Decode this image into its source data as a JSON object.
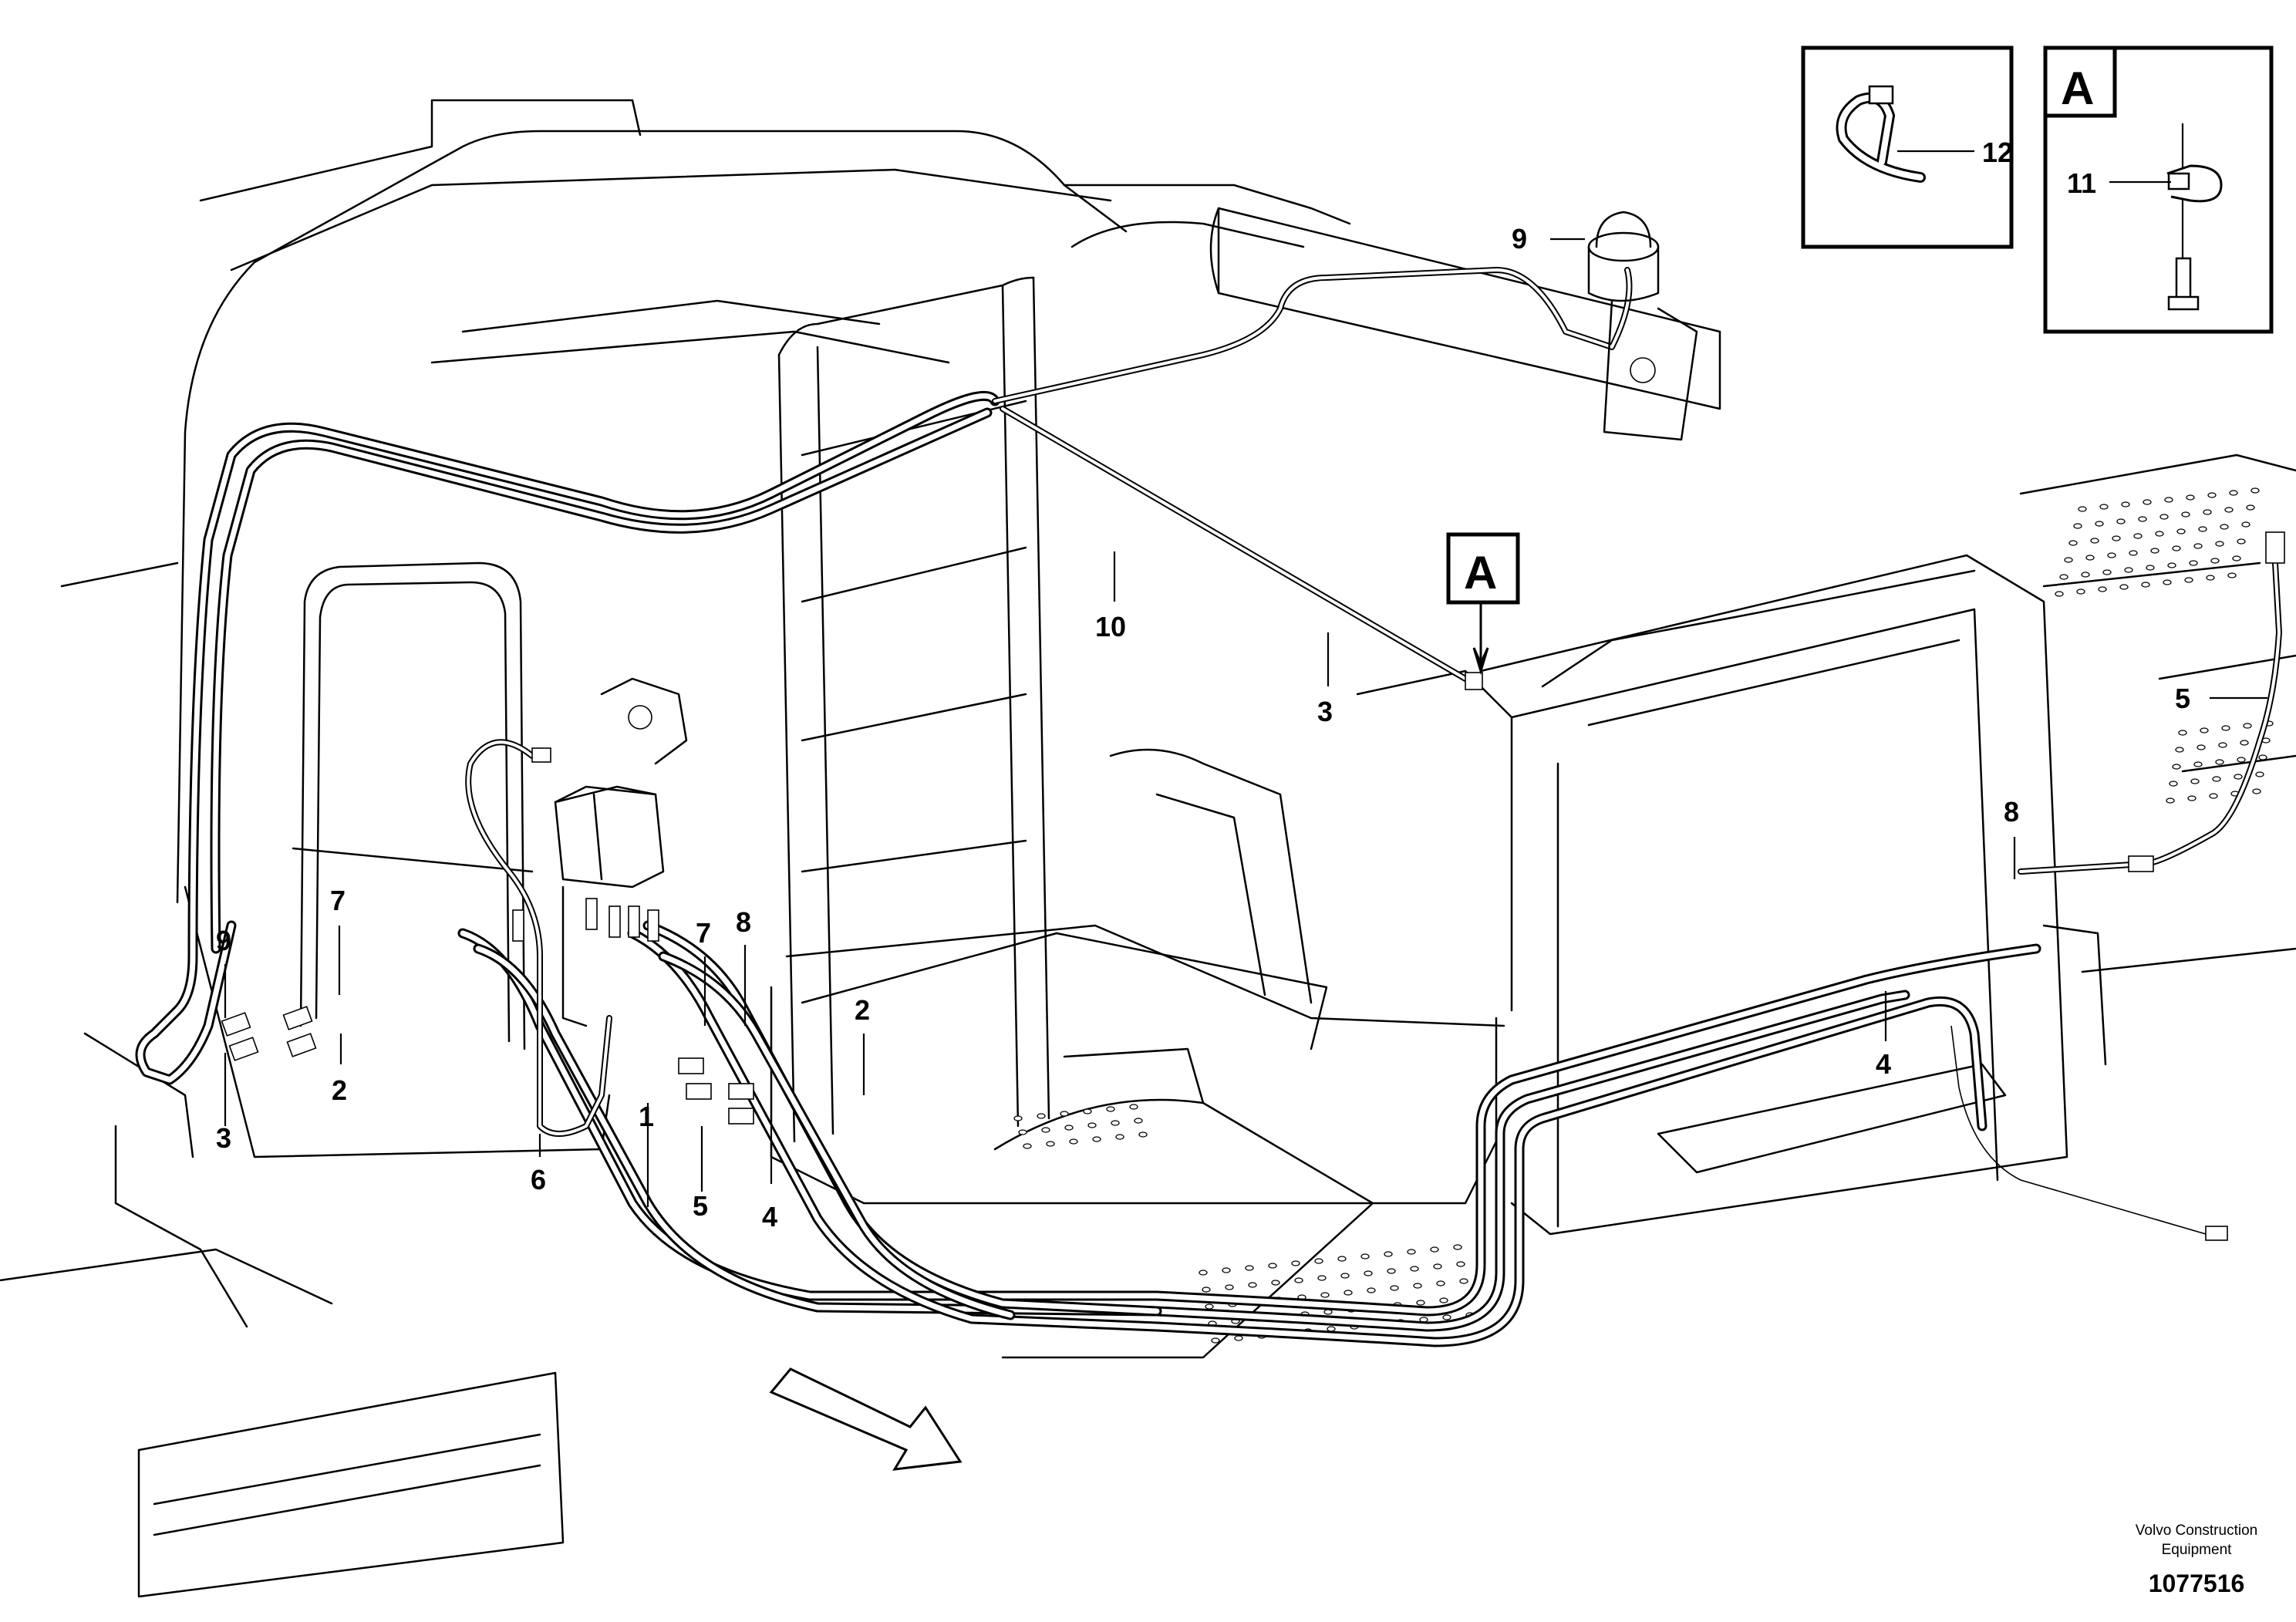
{
  "callouts": {
    "c12": "12",
    "c11": "11",
    "c9_top": "9",
    "c10": "10",
    "c3_mid": "3",
    "c5_right": "5",
    "c8_right": "8",
    "c4_right": "4",
    "c7_left": "7",
    "c9_left": "9",
    "c2_left": "2",
    "c3_left": "3",
    "c7_mid": "7",
    "c8_mid": "8",
    "c2_mid": "2",
    "c6": "6",
    "c1": "1",
    "c5_mid": "5",
    "c4_mid": "4"
  },
  "markers": {
    "detail_a": "A",
    "view_a": "A"
  },
  "credit": {
    "line1": "Volvo Construction",
    "line2": "Equipment"
  },
  "drawing_number": "1077516"
}
